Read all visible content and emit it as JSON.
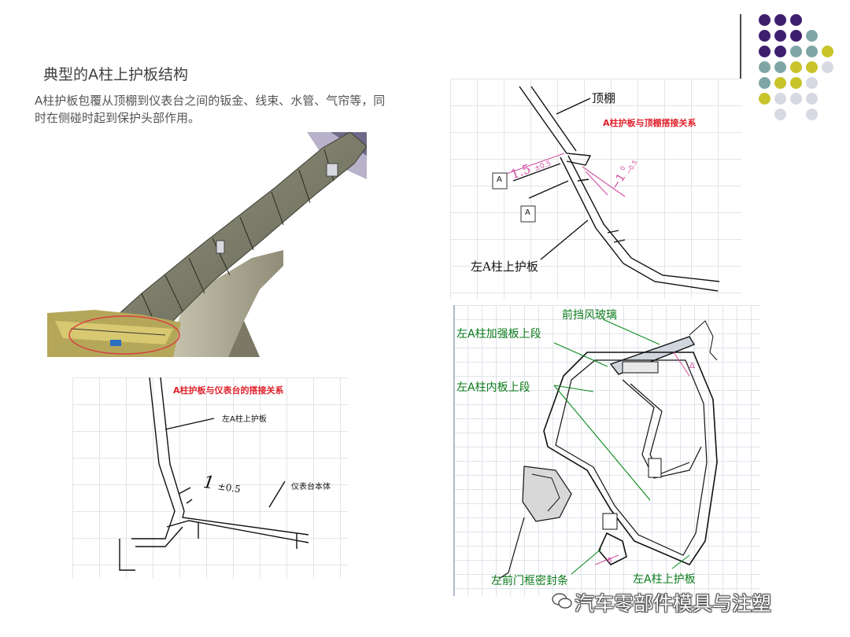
{
  "slide": {
    "title": "典型的A柱上护板结构",
    "description": "A柱护板包覆从顶棚到仪表台之间的钣金、线束、水管、气帘等，同时在侧碰时起到保护头部作用。"
  },
  "decor": {
    "dot_colors": [
      "#3e1f6e",
      "#7fa6a6",
      "#c9c42a",
      "#d8d8e4"
    ]
  },
  "diagram_top_right": {
    "red_title": "A柱护板与顶棚搭接关系",
    "label_headliner": "顶棚",
    "label_trim": "左A柱上护板",
    "dim_main": "1.5",
    "dim_tol": "±0.5",
    "dim_right": "−1",
    "dim_right_upper": "0",
    "dim_right_lower": "−0.5",
    "datum_a": "A"
  },
  "diagram_bottom_left": {
    "red_title": "A柱护板与仪表台的搭接关系",
    "label_trim": "左A柱上护板",
    "label_ip": "仪表台本体",
    "dim_main": "1",
    "dim_tol": "±0.5"
  },
  "diagram_bottom_right": {
    "label_windshield": "前挡风玻璃",
    "label_reinforcement": "左A柱加强板上段",
    "label_inner_panel": "左A柱内板上段",
    "label_door_seal": "左前门框密封条",
    "label_trim": "左A柱上护板",
    "dim_delta": "Δ",
    "dim_b": "B"
  },
  "watermark": {
    "text": "汽车零部件模具与注塑"
  }
}
